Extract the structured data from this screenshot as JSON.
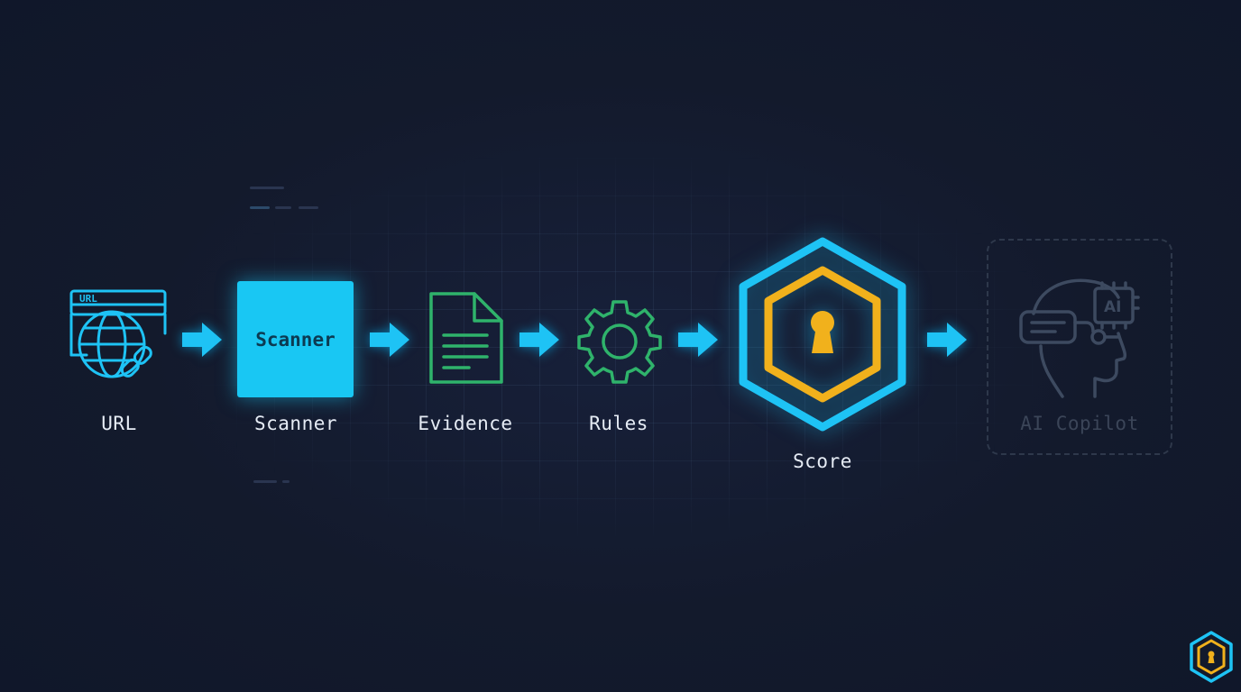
{
  "pipeline": {
    "steps": [
      {
        "label": "URL",
        "icon": "globe-link-icon",
        "badge": "URL"
      },
      {
        "label": "Scanner",
        "icon": "scanner-box",
        "box_text": "Scanner"
      },
      {
        "label": "Evidence",
        "icon": "document-icon"
      },
      {
        "label": "Rules",
        "icon": "gear-icon"
      },
      {
        "label": "Score",
        "icon": "hexagon-lock-icon"
      },
      {
        "label": "AI Copilot",
        "icon": "ai-head-icon",
        "badge": "AI",
        "state": "disabled"
      }
    ]
  },
  "colors": {
    "background": "#131a2c",
    "accent_blue": "#19c7f3",
    "arrow_blue": "#1ec3f5",
    "evidence_green": "#2fb36b",
    "rules_green": "#2fb36b",
    "score_gold": "#f1b11c",
    "disabled": "#3b4558",
    "label": "#e6ecf5"
  },
  "brand": {
    "icon": "hexagon-lock-logo-icon"
  }
}
